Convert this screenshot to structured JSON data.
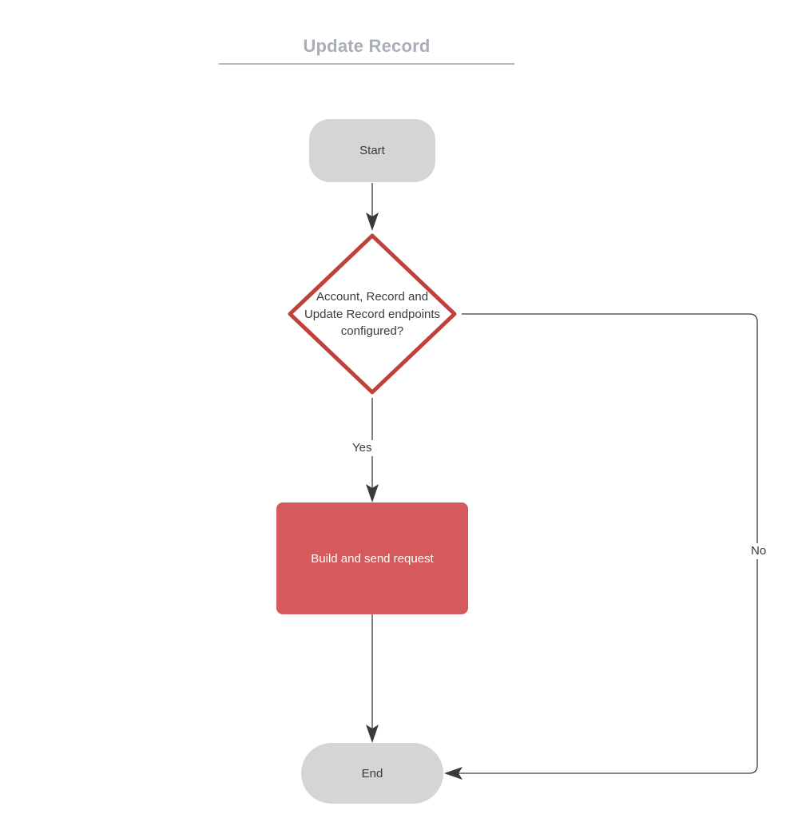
{
  "diagram": {
    "title": "Update Record",
    "type": "flowchart",
    "colors": {
      "title_text": "#a9adb8",
      "title_rule": "#b5b9c4",
      "terminator_fill": "#d3d5d7",
      "decision_stroke": "#c0413c",
      "decision_fill": "#ffffff",
      "process_fill": "#d65a5c",
      "process_text": "#ffffff",
      "node_text": "#3a3a3a",
      "connector": "#3a3a3a",
      "background": "#ffffff"
    }
  },
  "nodes": {
    "start": {
      "label": "Start",
      "shape": "terminator"
    },
    "decision": {
      "label": "Account, Record and Update Record endpoints configured?",
      "line1": "Account, Record and",
      "line2": "Update Record endpoints",
      "line3": "configured?",
      "shape": "diamond"
    },
    "process": {
      "label": "Build and send request",
      "shape": "process"
    },
    "end": {
      "label": "End",
      "shape": "terminator"
    }
  },
  "edges": {
    "start_to_decision": {
      "label": ""
    },
    "decision_yes": {
      "label": "Yes"
    },
    "decision_no": {
      "label": "No"
    },
    "process_to_end": {
      "label": ""
    }
  }
}
